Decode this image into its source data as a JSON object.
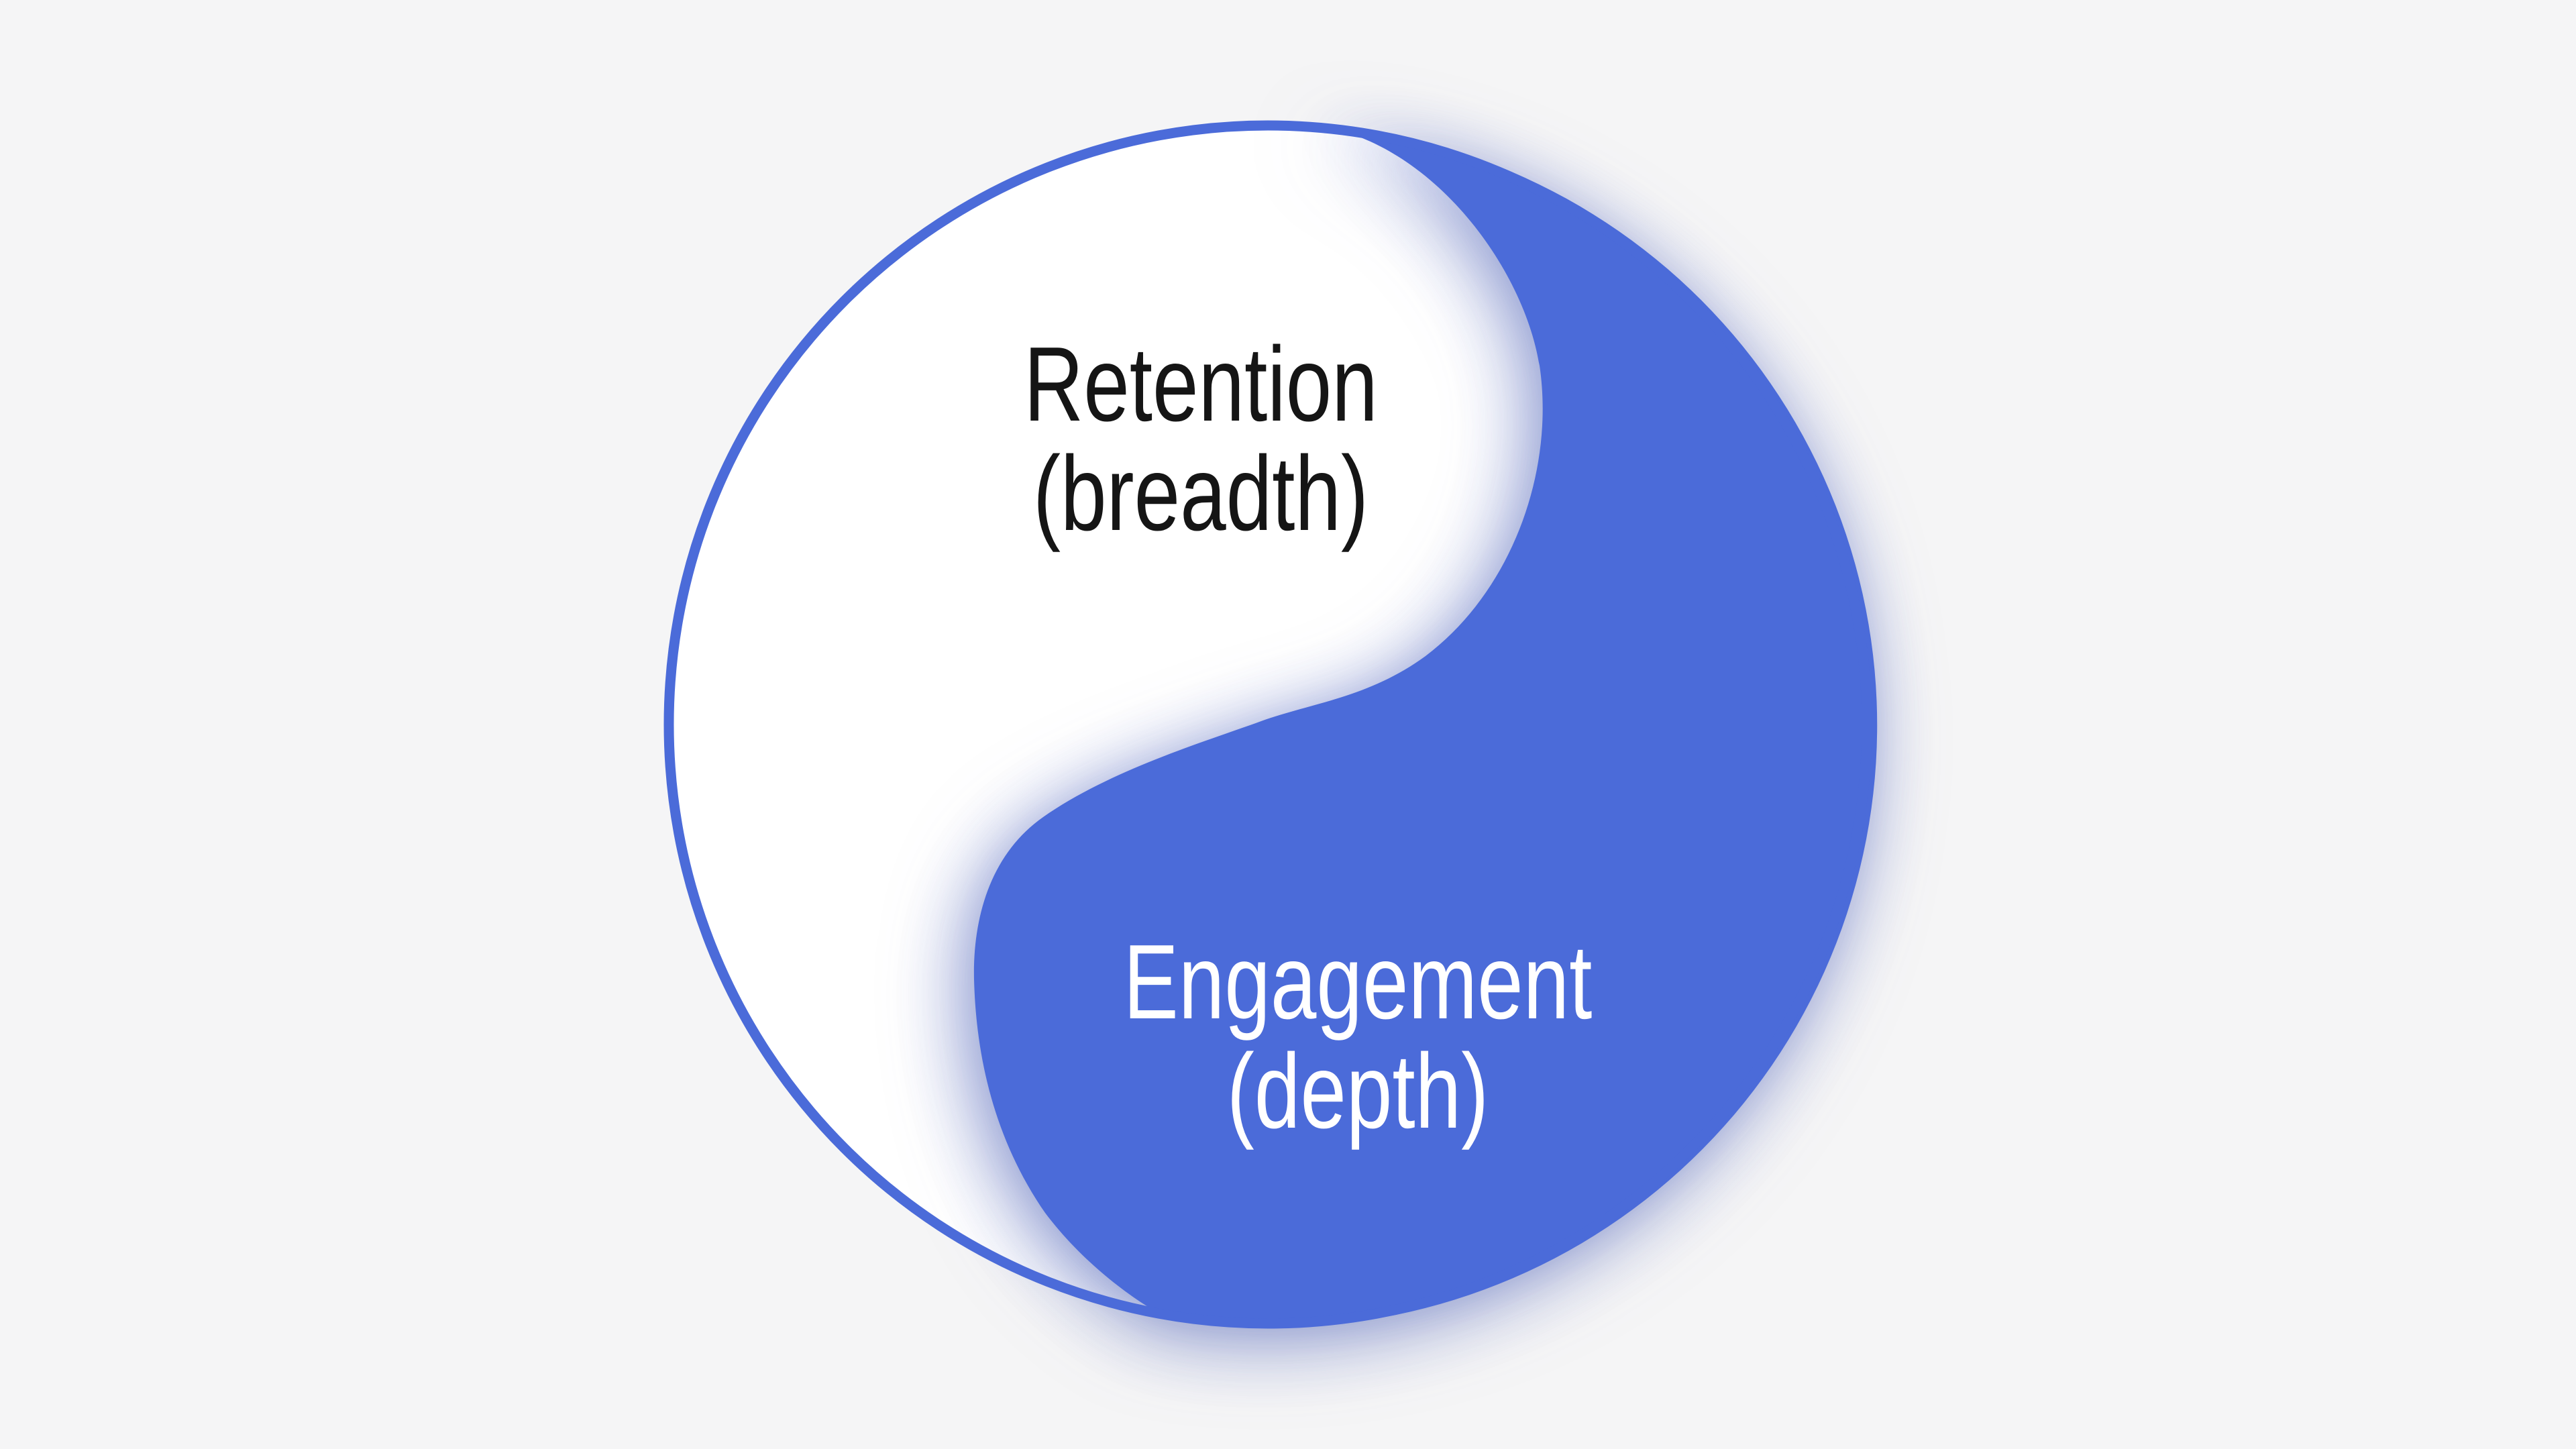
{
  "page": {
    "background_color": "#F5F5F6"
  },
  "diagram": {
    "type": "yin-yang balance diagram",
    "accent_blue": "#4B6BD9",
    "white_fill": "#FFFFFF",
    "outline_color": "#4B6BD9",
    "shadow_color": "rgba(64,84,168,0.5)",
    "segments": [
      {
        "id": "retention",
        "line1": "Retention",
        "line2": "(breadth)",
        "area": "white",
        "text_color": "#151515"
      },
      {
        "id": "engagement",
        "line1": "Engagement",
        "line2": "(depth)",
        "area": "blue",
        "text_color": "#FFFFFF"
      }
    ]
  }
}
